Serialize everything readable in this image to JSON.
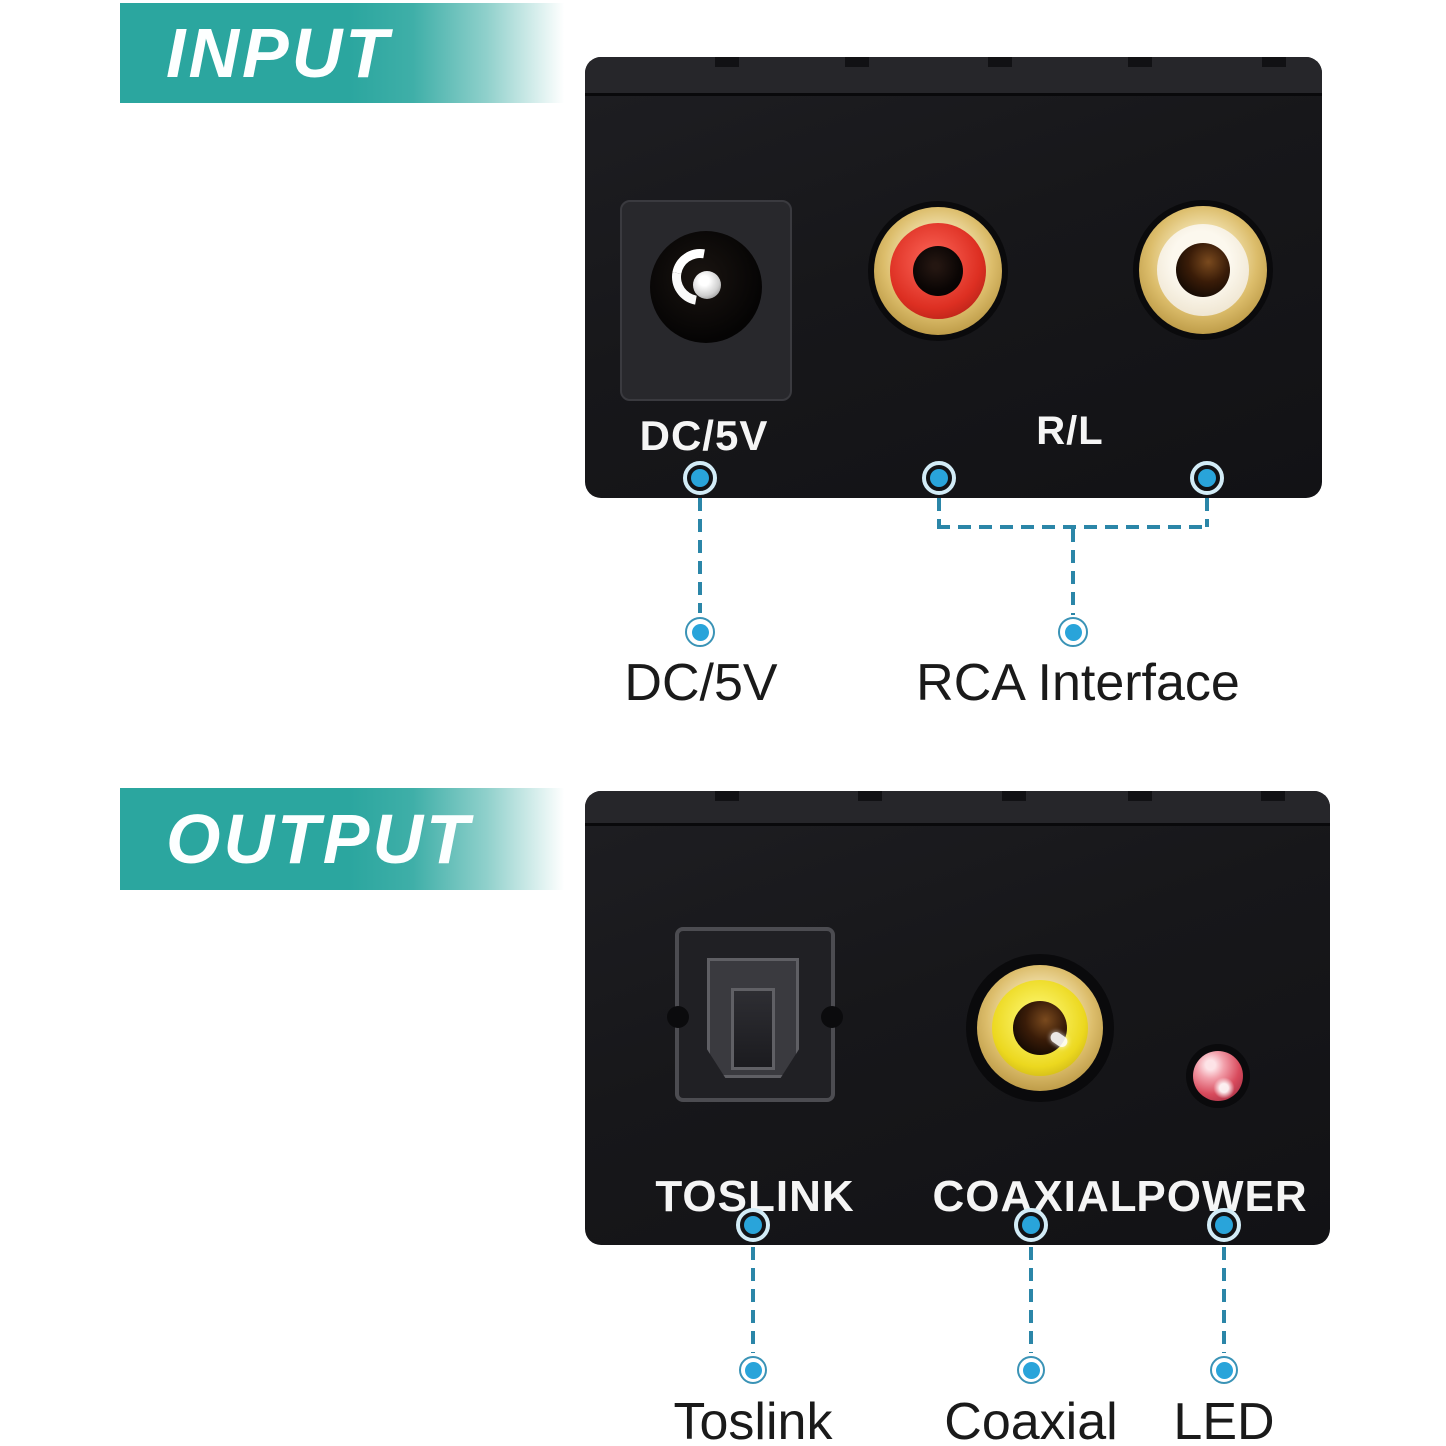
{
  "input_section": {
    "banner": "INPUT",
    "panel": {
      "dc_jack_label": "DC/5V",
      "rca_label": "R/L"
    },
    "callouts": {
      "dc": "DC/5V",
      "rca": "RCA Interface"
    }
  },
  "output_section": {
    "banner": "OUTPUT",
    "panel": {
      "toslink_label": "TOSLINK",
      "coaxial_label": "COAXIAL",
      "power_label": "POWER"
    },
    "callouts": {
      "toslink": "Toslink",
      "coaxial": "Coaxial",
      "led": "LED"
    }
  },
  "colors": {
    "banner_teal": "#2ba69f",
    "marker_blue": "#29a4da",
    "dash_blue": "#2b86a8",
    "panel_black": "#17171a",
    "connector_gold": "#dcbd6b",
    "rca_red": "#dd2f22",
    "rca_white_cream": "#f3ecdc",
    "coax_yellow": "#ecd81f",
    "led_red": "#d84a5c"
  }
}
